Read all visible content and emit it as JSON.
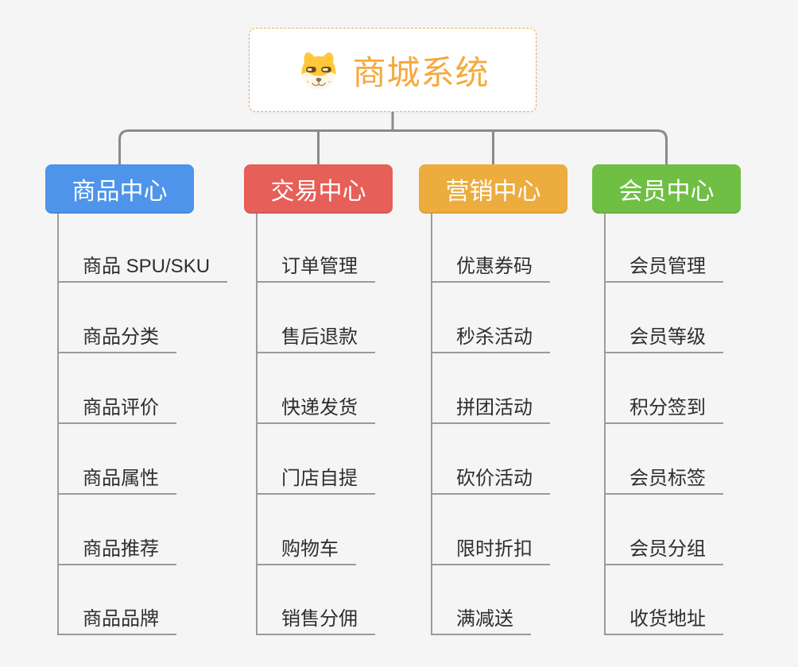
{
  "root": {
    "title": "商城系统",
    "icon": "shiba-dog-icon",
    "title_color": "#F5A93D",
    "border_color": "#F0AD5A"
  },
  "branches": [
    {
      "label": "商品中心",
      "color": "#4D94EA",
      "children": [
        "商品 SPU/SKU",
        "商品分类",
        "商品评价",
        "商品属性",
        "商品推荐",
        "商品品牌"
      ]
    },
    {
      "label": "交易中心",
      "color": "#E65F58",
      "children": [
        "订单管理",
        "售后退款",
        "快递发货",
        "门店自提",
        "购物车",
        "销售分佣"
      ]
    },
    {
      "label": "营销中心",
      "color": "#ECAC3E",
      "children": [
        "优惠券码",
        "秒杀活动",
        "拼团活动",
        "砍价活动",
        "限时折扣",
        "满减送"
      ]
    },
    {
      "label": "会员中心",
      "color": "#6FBF44",
      "children": [
        "会员管理",
        "会员等级",
        "积分签到",
        "会员标签",
        "会员分组",
        "收货地址"
      ]
    }
  ],
  "colors": {
    "background": "#F5F5F6",
    "connector": "#8A8A8A",
    "underline": "#9A9A9A",
    "leaf_text": "#2E2E2E"
  }
}
